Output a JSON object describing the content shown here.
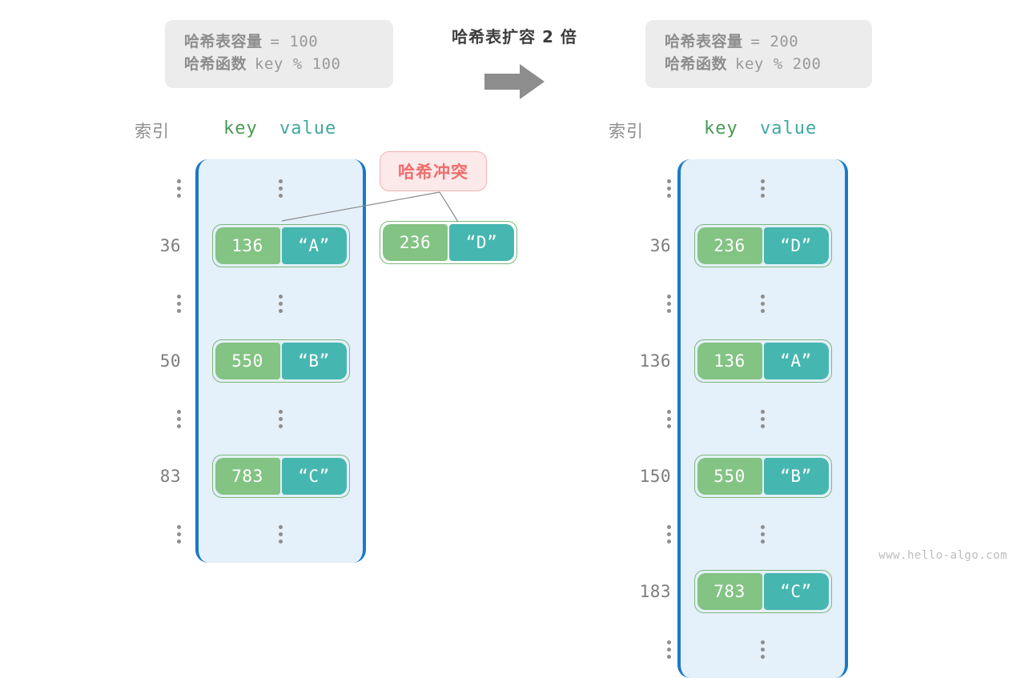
{
  "watermark": "www.hello-algo.com",
  "center": {
    "title": "哈希表扩容 2 倍",
    "arrow_icon": "arrow-right-icon"
  },
  "info_left": {
    "capacity_label": "哈希表容量",
    "capacity_value": "= 100",
    "function_label": "哈希函数",
    "function_value": "key % 100"
  },
  "info_right": {
    "capacity_label": "哈希表容量",
    "capacity_value": "= 200",
    "function_label": "哈希函数",
    "function_value": "key % 200"
  },
  "headers": {
    "index": "索引",
    "key": "key",
    "value": "value"
  },
  "collision": {
    "badge": "哈希冲突",
    "pair": {
      "key": "236",
      "value": "“D”"
    }
  },
  "colors": {
    "bucket_bg": "#e4f0fa",
    "bucket_border": "#1b79c8",
    "key_cell": "#83c383",
    "value_cell": "#46b6b0",
    "pair_outline": "#7cb87a",
    "badge_bg": "#fce9e9",
    "badge_border": "#f3b0ae",
    "badge_text": "#ef6e6e",
    "info_bg": "#ececec",
    "muted_text": "#8d8d8d",
    "key_header": "#489a55",
    "value_header": "#3ea8a2"
  },
  "table_left": {
    "rows": [
      {
        "type": "ellipsis",
        "index": "",
        "key": "",
        "value": ""
      },
      {
        "type": "entry",
        "index": "36",
        "key": "136",
        "value": "“A”"
      },
      {
        "type": "ellipsis",
        "index": "",
        "key": "",
        "value": ""
      },
      {
        "type": "entry",
        "index": "50",
        "key": "550",
        "value": "“B”"
      },
      {
        "type": "ellipsis",
        "index": "",
        "key": "",
        "value": ""
      },
      {
        "type": "entry",
        "index": "83",
        "key": "783",
        "value": "“C”"
      },
      {
        "type": "ellipsis",
        "index": "",
        "key": "",
        "value": ""
      }
    ]
  },
  "table_right": {
    "rows": [
      {
        "type": "ellipsis",
        "index": "",
        "key": "",
        "value": ""
      },
      {
        "type": "entry",
        "index": "36",
        "key": "236",
        "value": "“D”"
      },
      {
        "type": "ellipsis",
        "index": "",
        "key": "",
        "value": ""
      },
      {
        "type": "entry",
        "index": "136",
        "key": "136",
        "value": "“A”"
      },
      {
        "type": "ellipsis",
        "index": "",
        "key": "",
        "value": ""
      },
      {
        "type": "entry",
        "index": "150",
        "key": "550",
        "value": "“B”"
      },
      {
        "type": "ellipsis",
        "index": "",
        "key": "",
        "value": ""
      },
      {
        "type": "entry",
        "index": "183",
        "key": "783",
        "value": "“C”"
      },
      {
        "type": "ellipsis",
        "index": "",
        "key": "",
        "value": ""
      }
    ]
  }
}
